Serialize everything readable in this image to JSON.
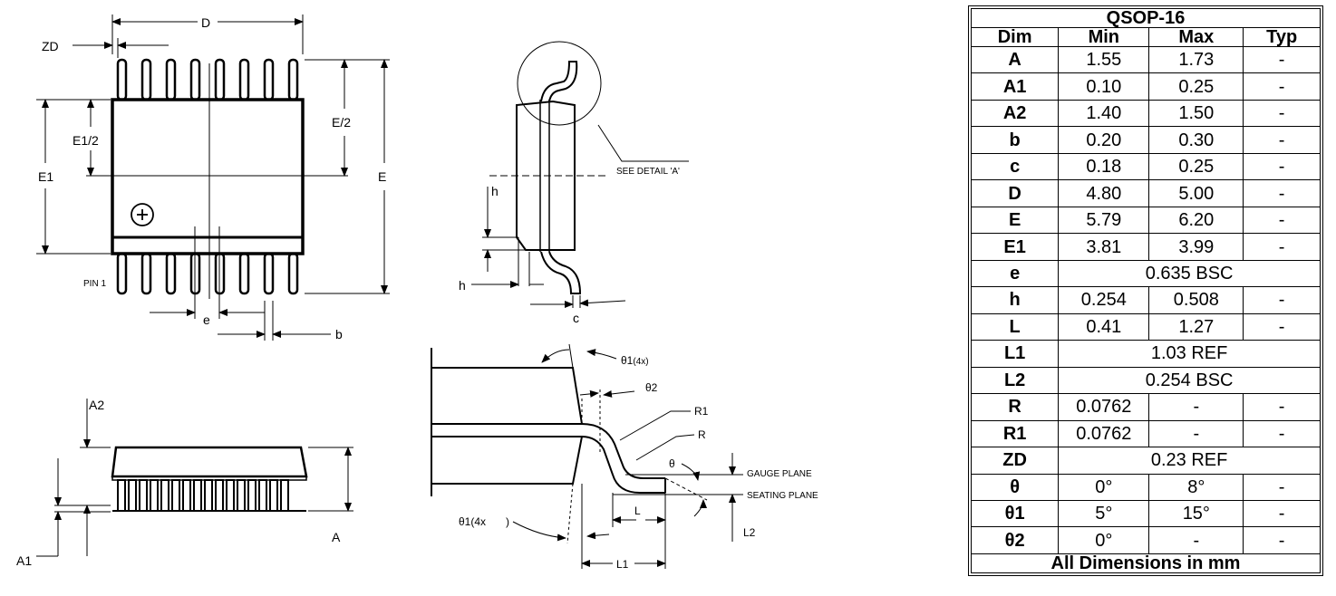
{
  "drawing": {
    "top_view": {
      "labels": {
        "d": "D",
        "zd": "ZD",
        "e_half": "E/2",
        "e1_half": "E1/2",
        "e1": "E1",
        "e": "E",
        "pin1": "PIN 1",
        "pitch": "e",
        "b": "b"
      }
    },
    "side_view": {
      "labels": {
        "see_detail": "SEE DETAIL 'A'",
        "h_top": "h",
        "h_bottom": "h",
        "c": "c"
      }
    },
    "end_view": {
      "labels": {
        "a2": "A2",
        "a1": "A1",
        "a": "A"
      }
    },
    "detail_view": {
      "labels": {
        "theta1_top_sym": "θ1",
        "theta1_top_count": "(4x)",
        "theta2": "θ2",
        "r1": "R1",
        "r": "R",
        "theta": "θ",
        "gauge_plane": "GAUGE PLANE",
        "seating_plane": "SEATING PLANE",
        "theta1_bottom_sym": "θ1",
        "theta1_bottom_count": "(4x",
        "theta1_bottom_close": ")",
        "l": "L",
        "l1": "L1",
        "l2": "L2"
      }
    }
  },
  "table": {
    "title": "QSOP-16",
    "headers": [
      "Dim",
      "Min",
      "Max",
      "Typ"
    ],
    "rows": [
      {
        "dim": "A",
        "min": "1.55",
        "max": "1.73",
        "typ": "-"
      },
      {
        "dim": "A1",
        "min": "0.10",
        "max": "0.25",
        "typ": "-"
      },
      {
        "dim": "A2",
        "min": "1.40",
        "max": "1.50",
        "typ": "-"
      },
      {
        "dim": "b",
        "min": "0.20",
        "max": "0.30",
        "typ": "-"
      },
      {
        "dim": "c",
        "min": "0.18",
        "max": "0.25",
        "typ": "-"
      },
      {
        "dim": "D",
        "min": "4.80",
        "max": "5.00",
        "typ": "-"
      },
      {
        "dim": "E",
        "min": "5.79",
        "max": "6.20",
        "typ": "-"
      },
      {
        "dim": "E1",
        "min": "3.81",
        "max": "3.99",
        "typ": "-"
      },
      {
        "dim": "e",
        "span": "0.635 BSC"
      },
      {
        "dim": "h",
        "min": "0.254",
        "max": "0.508",
        "typ": "-"
      },
      {
        "dim": "L",
        "min": "0.41",
        "max": "1.27",
        "typ": "-"
      },
      {
        "dim": "L1",
        "span": "1.03 REF"
      },
      {
        "dim": "L2",
        "span": "0.254 BSC"
      },
      {
        "dim": "R",
        "min": "0.0762",
        "max": "-",
        "typ": "-"
      },
      {
        "dim": "R1",
        "min": "0.0762",
        "max": "-",
        "typ": "-"
      },
      {
        "dim": "ZD",
        "span": "0.23 REF"
      },
      {
        "dim": "θ",
        "min": "0°",
        "max": "8°",
        "typ": "-"
      },
      {
        "dim": "θ1",
        "min": "5°",
        "max": "15°",
        "typ": "-"
      },
      {
        "dim": "θ2",
        "min": "0°",
        "max": "-",
        "typ": "-"
      }
    ],
    "footer": "All Dimensions in mm"
  }
}
